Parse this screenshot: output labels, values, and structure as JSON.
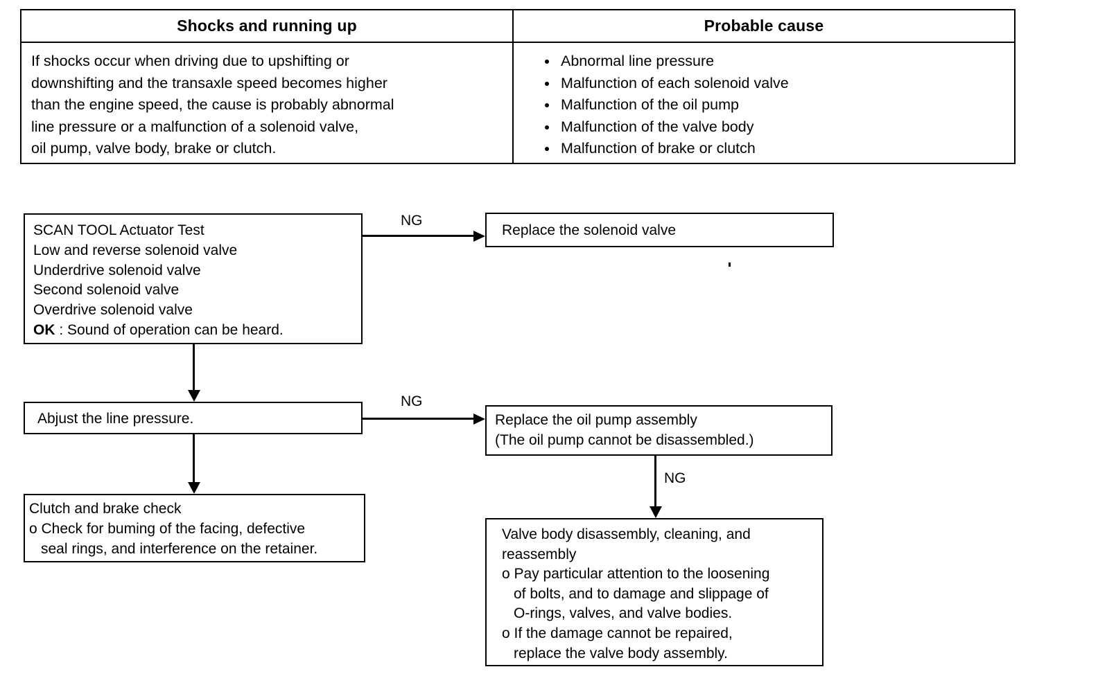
{
  "symptom_table": {
    "headers": {
      "left": "Shocks and running up",
      "right": "Probable cause"
    },
    "description_lines": [
      "If shocks occur when driving due to upshifting or",
      "downshifting and the transaxle speed becomes higher",
      "than the engine speed, the cause is probably abnormal",
      "line pressure or a malfunction of a solenoid valve,",
      "oil pump, valve body, brake or clutch."
    ],
    "probable_causes": [
      "Abnormal line pressure",
      "Malfunction of each solenoid valve",
      "Malfunction of the oil pump",
      "Malfunction of the valve body",
      "Malfunction of brake or clutch"
    ]
  },
  "flowchart": {
    "scan_tool_box": {
      "line1": "SCAN TOOL Actuator Test",
      "line2": "Low and reverse solenoid valve",
      "line3": "Underdrive solenoid valve",
      "line4": "Second solenoid valve",
      "line5": "Overdrive solenoid valve",
      "ok_label": "OK",
      "ok_text": " : Sound of operation can be heard."
    },
    "replace_solenoid_box": {
      "line1": "Replace the solenoid valve"
    },
    "adjust_line_pressure_box": {
      "line1": "Abjust the line pressure."
    },
    "replace_oil_pump_box": {
      "line1": "Replace the oil pump assembly",
      "line2": "(The oil pump cannot be disassembled.)"
    },
    "clutch_brake_check_box": {
      "line1": "Clutch and brake check",
      "line2": "o Check for buming of the facing, defective",
      "line3": "seal rings, and interference on the retainer."
    },
    "valve_body_box": {
      "line1": "Valve body disassembly, cleaning, and",
      "line2": "reassembly",
      "line3": "o Pay particular attention to the loosening",
      "line4": "of bolts, and to damage and slippage of",
      "line5": "O-rings, valves, and valve bodies.",
      "line6": "o If the damage cannot be repaired,",
      "line7": "replace the valve body assembly."
    },
    "labels": {
      "ng_solenoid": "NG",
      "ng_oil_pump": "NG",
      "ng_valve_body": "NG"
    }
  },
  "colors": {
    "ink": "#000000",
    "paper": "#ffffff"
  }
}
